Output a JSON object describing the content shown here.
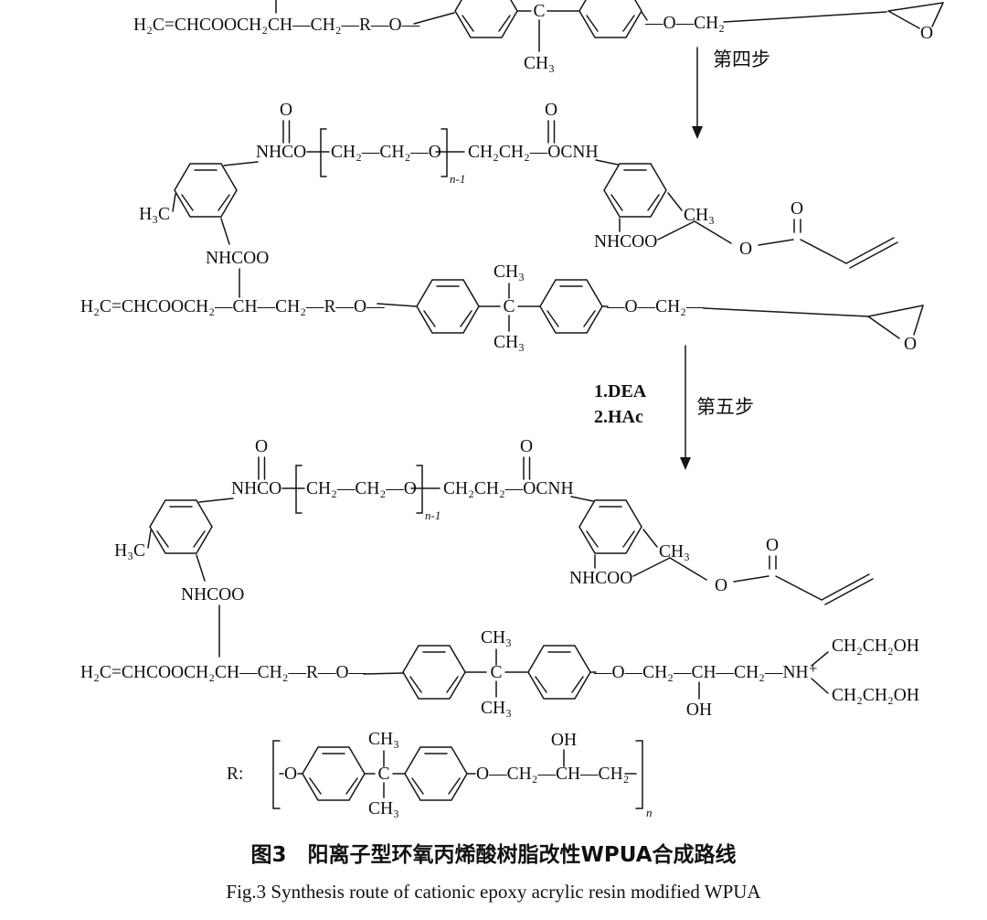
{
  "figure": {
    "caption_zh": "图3　阳离子型环氧丙烯酸树脂改性WPUA合成路线",
    "caption_en": "Fig.3  Synthesis route of cationic epoxy acrylic resin modified WPUA"
  },
  "steps": {
    "step4": "第四步",
    "step5": "第五步",
    "reagents": [
      "1.DEA",
      "2.HAc"
    ]
  },
  "labels": {
    "O": "O",
    "C": "C",
    "CH3": "CH₃",
    "H3C": "H₃C",
    "OH": "OH",
    "NHCO": "NHCO",
    "NHCOO": "NHCOO",
    "peg_repeat": "CH₂—CH₂—O",
    "n_minus_1": "n-1",
    "chain_after_peg": "CH₂CH₂—OCNH",
    "n": "n",
    "hydroxyethyl": "CH₂CH₂OH"
  },
  "chains": {
    "epoxy_acrylate_top": "H₂C=CHCOOCH₂CH—CH₂—R—O—",
    "o_ch2_top": "—O—CH₂",
    "epoxy_acrylate_mid": "H₂C=CHCOOCH₂—CH—CH₂—R—O—",
    "o_ch2_mid": "—O—CH₂—",
    "epoxy_acrylate_bottom": "H₂C=CHCOOCH₂CH—CH₂—R—O—",
    "amine_tail": "—O—CH₂—CH—CH₂—NH⁺",
    "r_label": "R:",
    "r_tail": "O—CH₂—CH—CH₂"
  }
}
